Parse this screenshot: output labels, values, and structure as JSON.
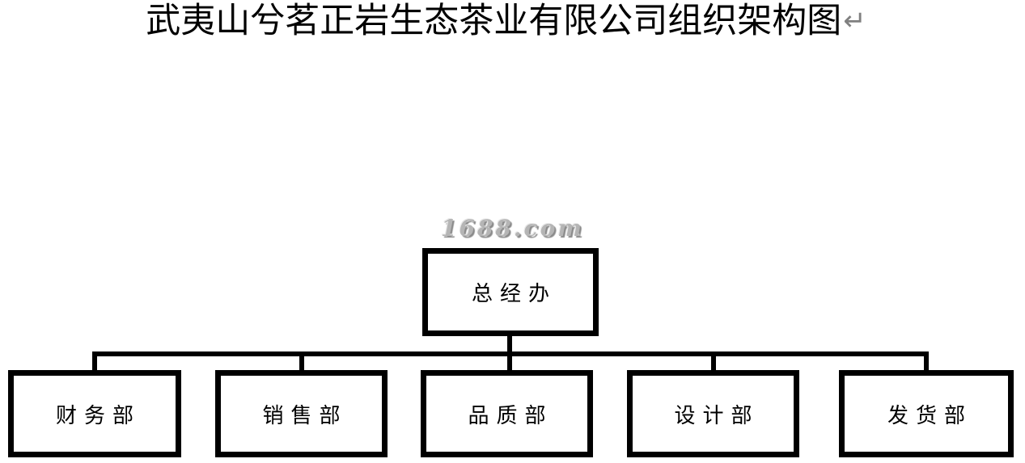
{
  "document": {
    "title": "武夷山兮茗正岩生态茶业有限公司组织架构图",
    "paragraph_mark": "↵",
    "watermark": "1688.com"
  },
  "org_chart": {
    "type": "org-tree",
    "root": {
      "label": "总经办"
    },
    "departments": [
      {
        "label": "财务部"
      },
      {
        "label": "销售部"
      },
      {
        "label": "品质部"
      },
      {
        "label": "设计部"
      },
      {
        "label": "发货部"
      }
    ],
    "colors": {
      "background": "#ffffff",
      "box_border": "#000000",
      "box_fill": "#ffffff",
      "connector_line": "#000000",
      "title_text": "#000000",
      "watermark_text": "#b5b5b5",
      "paragraph_mark": "#808080"
    }
  }
}
